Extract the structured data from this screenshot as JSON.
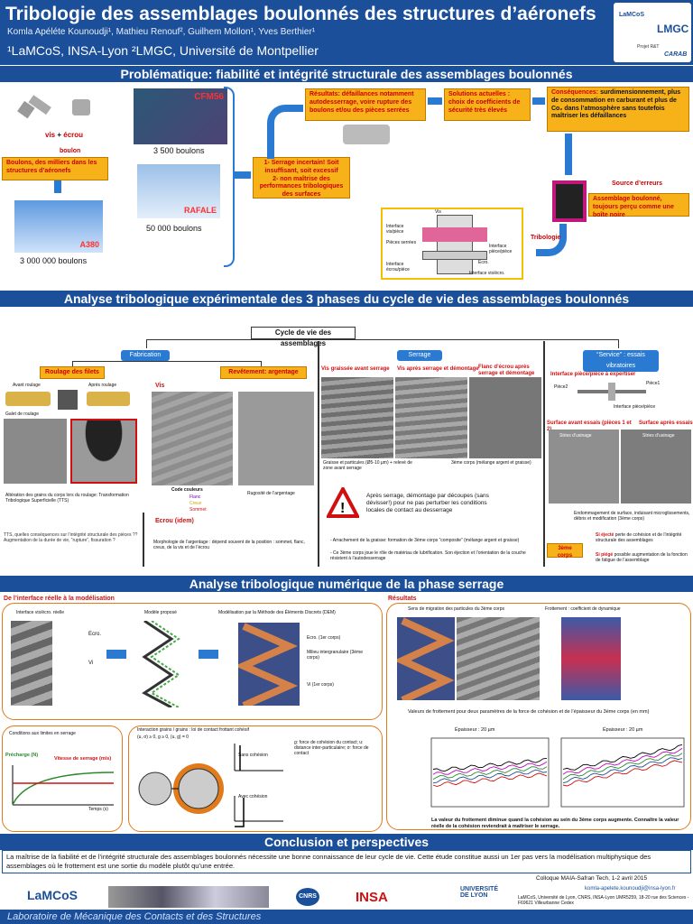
{
  "header": {
    "title": "Tribologie des assemblages boulonnés des structures d’aéronefs",
    "authors": "Komla Apéléte Kounoudji¹, Mathieu Renouf², Guilhem Mollon¹, Yves Berthier¹",
    "affiliations": "¹LaMCoS, INSA-Lyon ²LMGC, Université de Montpellier",
    "logos": [
      "LaMCoS",
      "LMGC",
      "Projet R&T",
      "CARAB"
    ]
  },
  "section1": {
    "title": "Problématique: fiabilité et intégrité structurale des assemblages boulonnés",
    "vis_ecrou": [
      "vis",
      "+",
      "écrou"
    ],
    "boulon": "boulon",
    "boulons_box": "Boulons, des milliers dans les structures d’aéronefs",
    "aircraft": [
      {
        "name": "CFM56",
        "count": "3 500 boulons"
      },
      {
        "name": "RAFALE",
        "count": "50 000 boulons"
      },
      {
        "name": "A380",
        "count": "3 000 000 boulons"
      }
    ],
    "serrage_box": [
      "1- Serrage incertain! Soit insuffisant, soit excessif",
      "2- non maîtrise des performances tribologiques des surfaces"
    ],
    "resultats_box": {
      "label": "Résultats:",
      "text": "défaillances notamment autodesserrage, voire rupture des boulons et/ou des pièces serrées"
    },
    "solutions_box": {
      "label": "Solutions actuelles :",
      "text": "choix de coefficients de sécurité très élevés"
    },
    "consequences_box": {
      "label": "Conséquences:",
      "text": "surdimensionnement, plus de consommation en carburant et plus de Co₂ dans l’atmosphère sans toutefois maîtriser les défaillances"
    },
    "source_erreurs": "Source d’erreurs",
    "assemblage_box": {
      "label": "Assemblage boulonné,",
      "text": "toujours perçu comme une boîte noire"
    },
    "tribologie": "Tribologie",
    "diagram_labels": [
      "Vis",
      "Interface vis/pièce",
      "Pièces serrées",
      "Interface pièce/pièce",
      "Ecro.",
      "Interface écrou/pièce",
      "Interface vis/écro."
    ]
  },
  "section2": {
    "title": "Analyse tribologique expérimentale des 3 phases du cycle de vie des assemblages boulonnés",
    "cycle": "Cycle de vie des assemblages",
    "phases": [
      "Fabrication",
      "Serrage",
      "“Service” : essais vibratoires"
    ],
    "roulage": "Roulage des filets",
    "revetement": "Revêtement: argentage",
    "roulage_labels": [
      "Avant roulage",
      "Après roulage",
      "Galet de roulage"
    ],
    "tts_caption": "Altération des grains du corps lors du roulage: Transformation Tribologique Superficielle (TTS)",
    "tts_question": "TTS, quelles conséquences sur l’intégrité structurale des pièces ?? Augmentation de la durée de vie, “rupture”, fissuration ?",
    "vis_label": "Vis",
    "code_couleurs": "Code couleurs",
    "code_items": [
      "Flanc",
      "Creux",
      "Sommet"
    ],
    "rugosite": "Rugosité de l’argentage",
    "ecrou_idem": "Ecrou (idem)",
    "morpho": "Morphologie de l’argentage : dépend souvent de la position : sommet, flanc, creux, de la vis et de l’écrou",
    "serrage_labels": [
      "Vis graissée avant serrage",
      "Vis après serrage et démontage",
      "Flanc d’écrou après serrage et démontage"
    ],
    "serrage_caption1": "Graisse et particules (Ø5-10 µm) + relevé de zone avant serrage",
    "serrage_caption2": "3ème corps (mélange argent et graisse)",
    "warning_text": "Après serrage, démontage par découpes (sans dévisser!) pour ne pas perturber les conditions locales de contact au desserrage",
    "serrage_notes": [
      "- Arrachement de la graisse: formation de 3ème corps “composite” (mélange argent et graisse)",
      "- Ce 3ème corps joue le rôle de matériau de lubrification. Son éjection et l’orientation de la couche résistent à l’autodesserrage"
    ],
    "service_labels": [
      "Interface pièce/pièce à expertiser",
      "Pièce1",
      "Pièce2",
      "Interface pièce/pièce"
    ],
    "surface_avant": "Surface avant essais (pièces 1 et 2)",
    "surface_apres": "Surface après essais",
    "stries": "Stries d’usinage",
    "endommagement": "Endommagement de surface, induisant microglissements, débris et modification (3ème corps)",
    "corps3": "3ème corps",
    "corps3_notes": [
      {
        "label": "Si éjecté",
        "text": "perte de cohésion et de l’intégrité structurale des assemblages"
      },
      {
        "label": "Si piégé",
        "text": "possible augmentation de la fonction de fatigue de l’assemblage"
      }
    ]
  },
  "section3": {
    "title": "Analyse tribologique numérique de la phase serrage",
    "subtitle_left": "De l’interface réelle à la modélisation",
    "interface_label": "Interface vis/écro. réelle",
    "modele_label": "Modèle proposé",
    "dem_label": "Modélisation par la Méthode des Éléments Discrets (DEM)",
    "labels": [
      "Ecro.",
      "Vi",
      "Ecro. (1er corps)",
      "Milieu intergranulaire (3ème corps)",
      "Vi (1er corps)"
    ],
    "conditions": "Conditions aux limites en serrage",
    "precharge": "Précharge (N)",
    "vitesse": "Vitesse de serrage (m/s)",
    "temps": "Temps (s)",
    "interaction": "Interaction grains / grains : loi de contact frottant cohésif",
    "interaction_sub": "(u, σ) ≥ 0, g ≥ 0, (u, g) = 0",
    "sans_cohesion": "Sans cohésion",
    "avec_cohesion": "Avec cohésion",
    "cohesion_notes": "g: force de cohésion du contact; u: distance inter-particulaire; σ: force de contact",
    "resultats": "Résultats",
    "migration": "Sens de migration des particules du 3ème corps",
    "frottement": "Frottement : coefficient de dynamique",
    "values_text": "Valeurs de frottement pour deux paramètres de la force de cohésion et de l’épaisseur du 3ème corps (en mm)",
    "chart_labels": [
      "Épaisseur : 20 µm",
      "Épaisseur : 20 µm"
    ],
    "chart_conclusion": "La valeur du frottement diminue quand la cohésion au sein du 3ème corps augmente. Connaître la valeur réelle de la cohésion reviendrait à maîtriser le serrage."
  },
  "section4": {
    "title": "Conclusion et perspectives",
    "text": "La maîtrise de la fiabilité et de l’intégrité structurale des assemblages boulonnés nécessite une bonne connaissance de leur cycle de vie. Cette étude constitue aussi un 1er pas vers la modélisation multiphysique des assemblages où le frottement est une sortie du modèle plutôt qu’une entrée."
  },
  "colloque": "Colloque MAIA-Safran Tech, 1-2 avril 2015",
  "contact_email": "komla-apelete.kounoudji@insa-lyon.fr",
  "contact_address": "LaMCoS, Université de Lyon, CNRS, INSA-Lyon UMR5259, 18-20 rue des Sciences - F69621 Villeurbanne Cedex",
  "bottom_logos": [
    "LaMCoS",
    "Université de Lyon",
    "CNRS",
    "INSA",
    "UNIVERSITÉ DE LYON"
  ],
  "footer": "Laboratoire de Mécanique des Contacts et des Structures",
  "colors": {
    "primary": "#1b4f9a",
    "accent": "#f7b21a",
    "orange_border": "#e07a1a",
    "red": "#d01010"
  },
  "chart_data": [
    {
      "type": "line",
      "title": "Épaisseur : 20 µm",
      "series_count": 5
    },
    {
      "type": "line",
      "title": "Épaisseur : 20 µm",
      "series_count": 5
    }
  ]
}
